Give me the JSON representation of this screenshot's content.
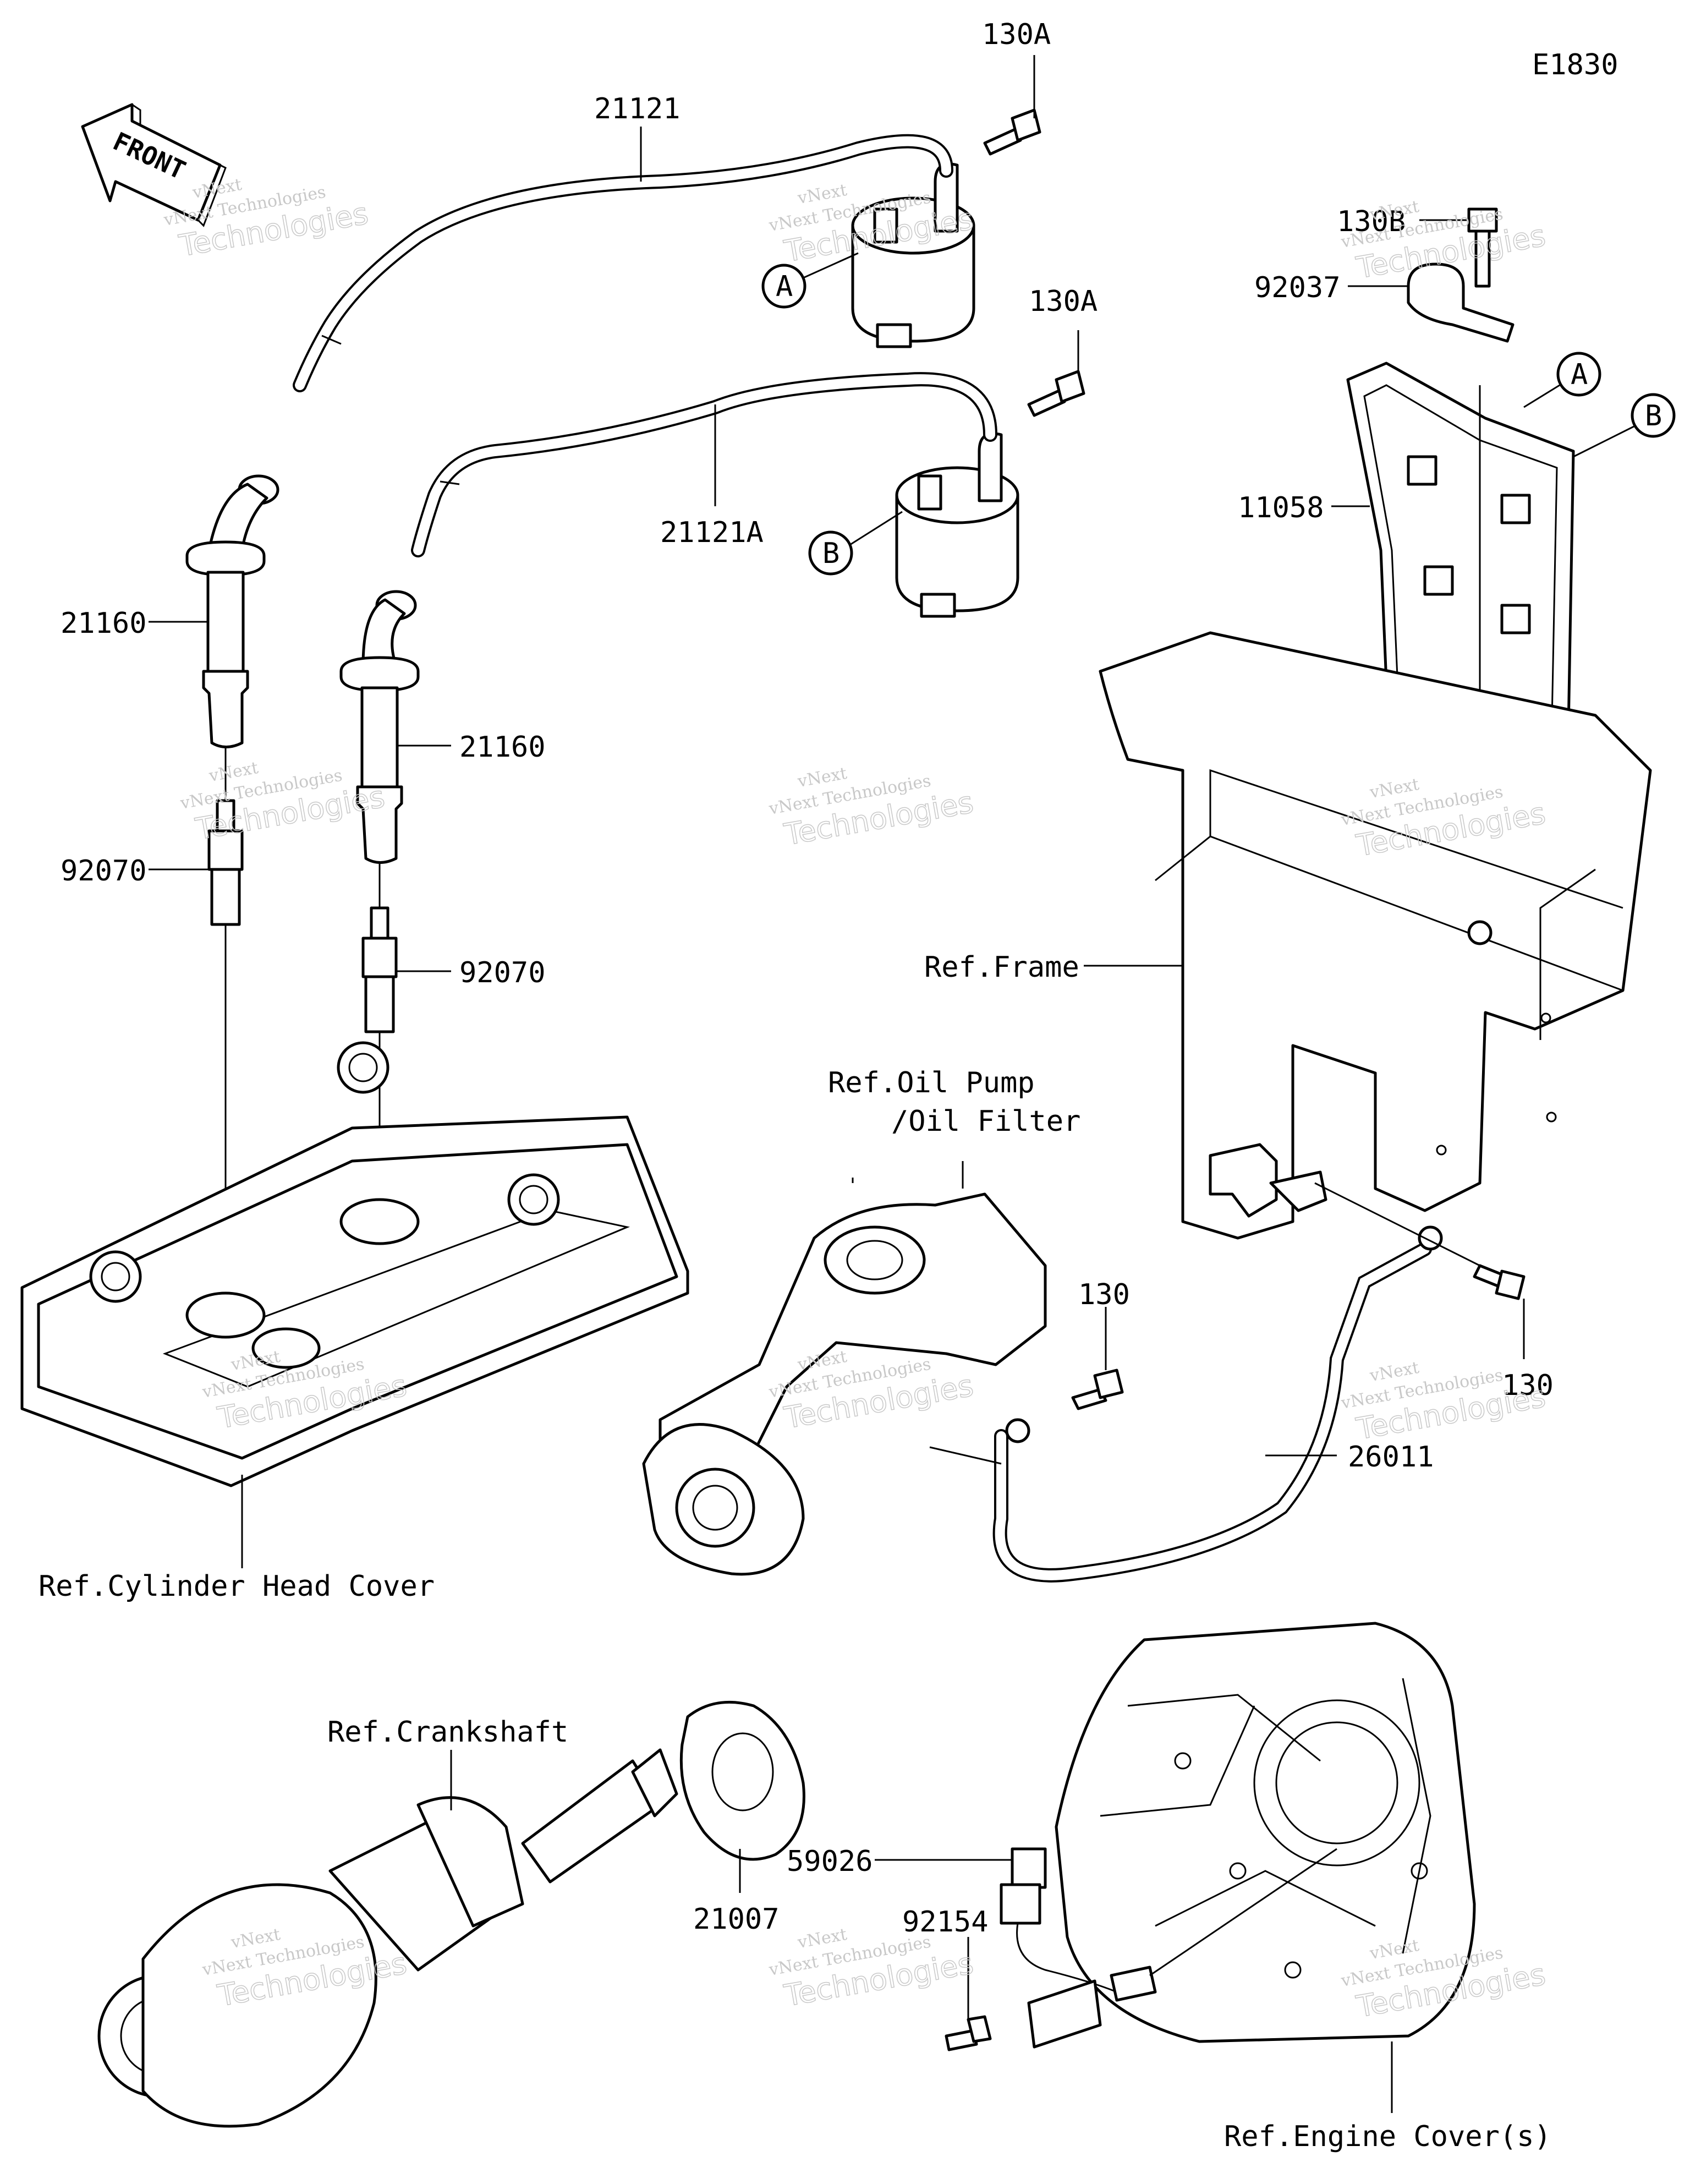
{
  "diagram_code": "E1830",
  "front_label": "FRONT",
  "callouts": {
    "p130A_top": "130A",
    "p130A_mid": "130A",
    "p130B": "130B",
    "p21121": "21121",
    "p21121A": "21121A",
    "p21160_left": "21160",
    "p21160_right": "21160",
    "p92070_left": "92070",
    "p92070_right": "92070",
    "p92037": "92037",
    "p11058": "11058",
    "p130_left": "130",
    "p130_right": "130",
    "p26011": "26011",
    "p21007": "21007",
    "p59026": "59026",
    "p92154": "92154"
  },
  "markers": {
    "a_coil": "A",
    "b_coil": "B",
    "a_bracket": "A",
    "b_bracket": "B"
  },
  "references": {
    "frame": "Ref.Frame",
    "oil_pump_1": "Ref.Oil Pump",
    "oil_pump_2": "/Oil Filter",
    "cylinder_head_cover": "Ref.Cylinder Head Cover",
    "crankshaft": "Ref.Crankshaft",
    "engine_cover": "Ref.Engine Cover(s)"
  },
  "watermark": {
    "line1": "vNext Technologies",
    "line2": "Technologies",
    "line3": "vNext"
  }
}
